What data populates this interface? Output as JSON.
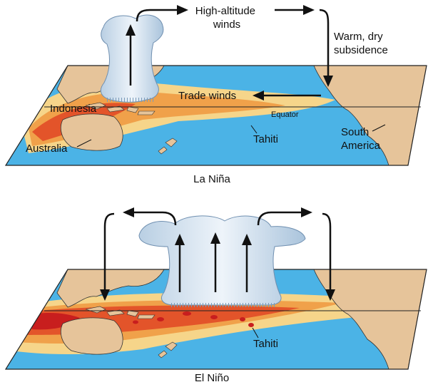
{
  "panels": [
    {
      "caption": "La Niña",
      "labels": {
        "high_altitude": [
          "High-altitude",
          "winds"
        ],
        "subsidence": [
          "Warm, dry",
          "subsidence"
        ],
        "trade_winds": "Trade winds",
        "equator": "Equator",
        "indonesia": "Indonesia",
        "australia": "Australia",
        "tahiti": "Tahiti",
        "south_america": [
          "South",
          "America"
        ]
      }
    },
    {
      "caption": "El Niño",
      "labels": {
        "tahiti": "Tahiti"
      }
    }
  ],
  "colors": {
    "ocean": "#4bb3e6",
    "land": "#e6c49a",
    "warm_light": "#f6d58a",
    "warm_mid": "#f0a14a",
    "warm_hot": "#e3542a",
    "warm_max": "#c81e1e",
    "cloud": "#d8e6f2",
    "arrow": "#111111"
  }
}
